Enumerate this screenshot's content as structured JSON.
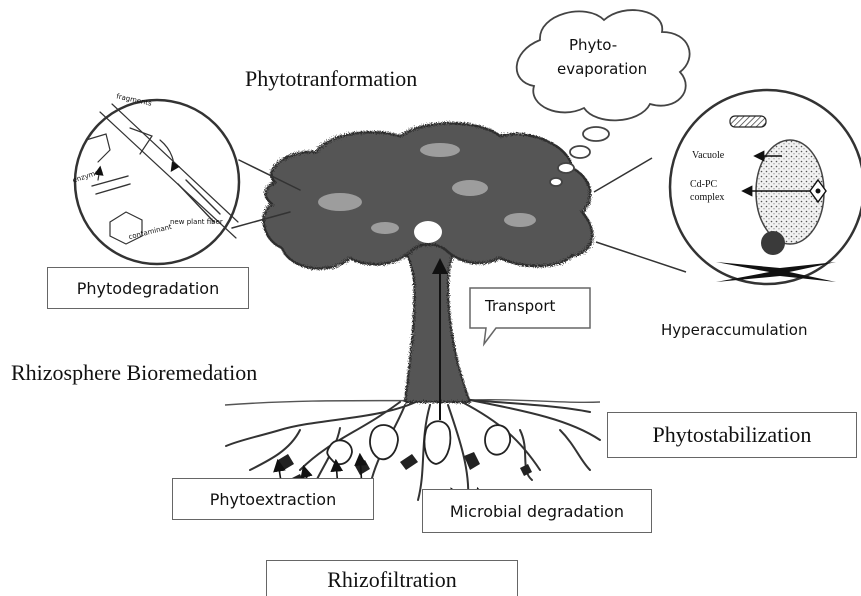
{
  "labels": {
    "phytotransformation": "Phytotranformation",
    "phytoevaporation_line1": "Phyto-",
    "phytoevaporation_line2": "evaporation",
    "phytodegradation": "Phytodegradation",
    "transport": "Transport",
    "hyperaccumulation": "Hyperaccumulation",
    "rhizosphere": "Rhizosphere Bioremedation",
    "phytostabilization": "Phytostabilization",
    "phytoextraction": "Phytoextraction",
    "microbial_degradation": "Microbial degradation",
    "rhizofiltration": "Rhizofiltration"
  },
  "degradation_inset": {
    "fragments": "fragments",
    "new_plant_fiber": "new plant fiber",
    "contaminant": "contaminant",
    "enzymes": "enzymes"
  },
  "cell_inset": {
    "vacuole": "Vacuole",
    "cd_pc_line1": "Cd-PC",
    "cd_pc_line2": "complex"
  }
}
